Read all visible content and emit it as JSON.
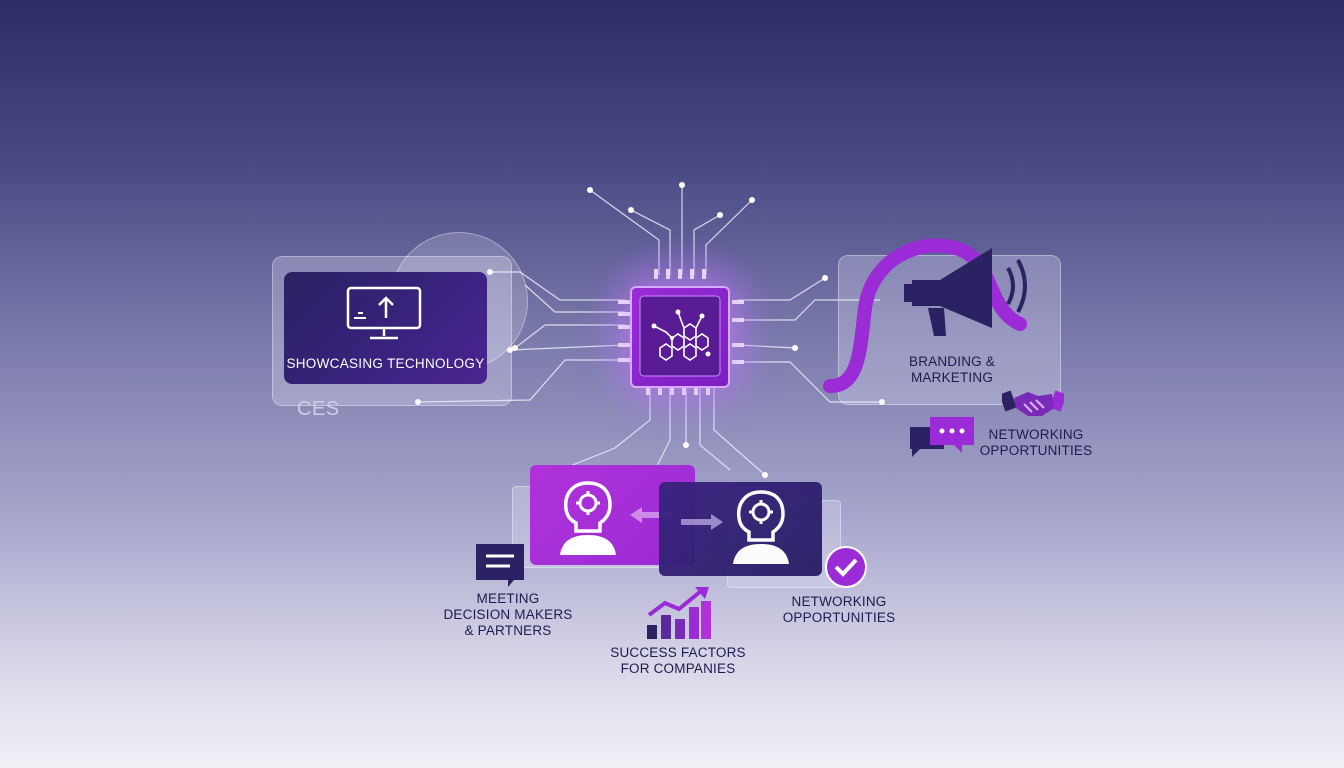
{
  "nodes": {
    "showcasing_technology": "SHOWCASING TECHNOLOGY",
    "ces": "CES",
    "branding_marketing": [
      "BRANDING &",
      "MARKETING"
    ],
    "networking_right": [
      "NETWORKING",
      "OPPORTUNITIES"
    ],
    "meeting": [
      "MEETING",
      "DECISION MAKERS",
      "& PARTNERS"
    ],
    "success": [
      "SUCCESS FACTORS",
      "FOR COMPANIES"
    ],
    "networking_bottom": [
      "NETWORKING",
      "OPPORTUNITIES"
    ]
  },
  "icons": {
    "monitor": "monitor-upload-icon",
    "chip": "processor-chip-icon",
    "megaphone": "megaphone-icon",
    "handshake": "handshake-icon",
    "chat": "chat-bubbles-icon",
    "head_gear": "head-gear-icon",
    "bar_chart": "growth-chart-icon",
    "check": "check-circle-icon"
  },
  "colors": {
    "deep_purple": "#2e1f6b",
    "violet": "#9a2bd6",
    "magenta": "#b032d8",
    "text": "#1e1b4f"
  }
}
